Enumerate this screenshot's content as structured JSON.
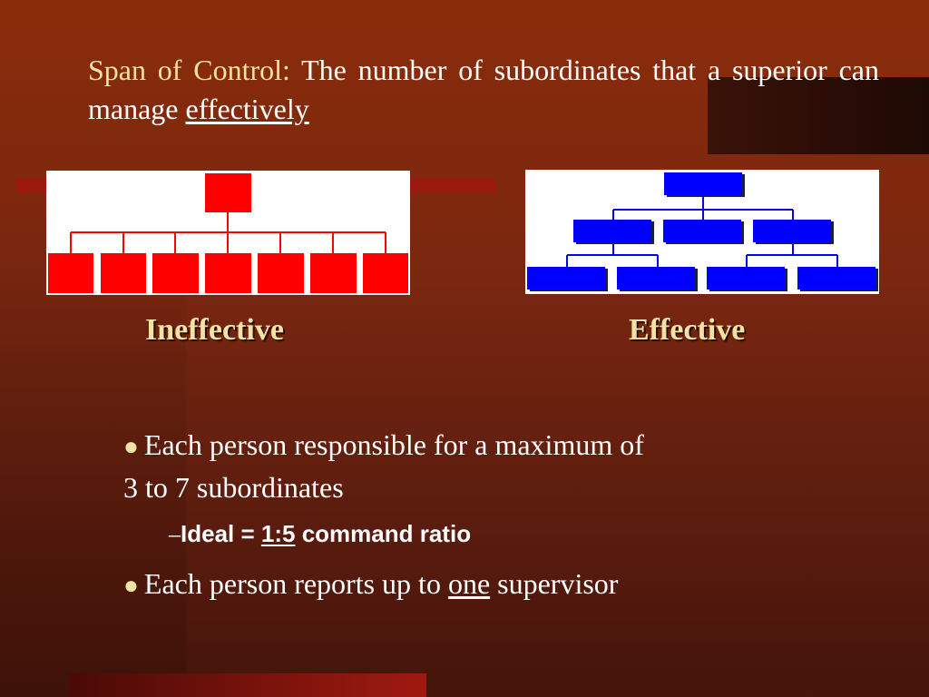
{
  "title": {
    "term": "Span of Control:",
    "definition": "The number of subordinates that a superior can manage",
    "emphasis": "effectively"
  },
  "diagrams": {
    "ineffective": {
      "caption": "Ineffective",
      "color": "#ff0000",
      "subordinates": 7
    },
    "effective": {
      "caption": "Effective",
      "color": "#0000ff",
      "levels": [
        1,
        3,
        4
      ]
    }
  },
  "bullets": [
    {
      "text_line1": "Each person responsible for a maximum of",
      "text_line2": "3 to 7 subordinates"
    },
    {
      "prefix": "Each person reports up to",
      "emphasis": "one",
      "suffix": "supervisor"
    }
  ],
  "sub_bullet": {
    "dash": "–",
    "prefix": "Ideal =",
    "ratio": "1:5",
    "suffix": "command ratio"
  },
  "colors": {
    "title_term": "#f3e3a0",
    "caption": "#f1e2a6",
    "text": "#ffffff",
    "ineffective_box": "#ff0000",
    "effective_box": "#0000ff"
  }
}
